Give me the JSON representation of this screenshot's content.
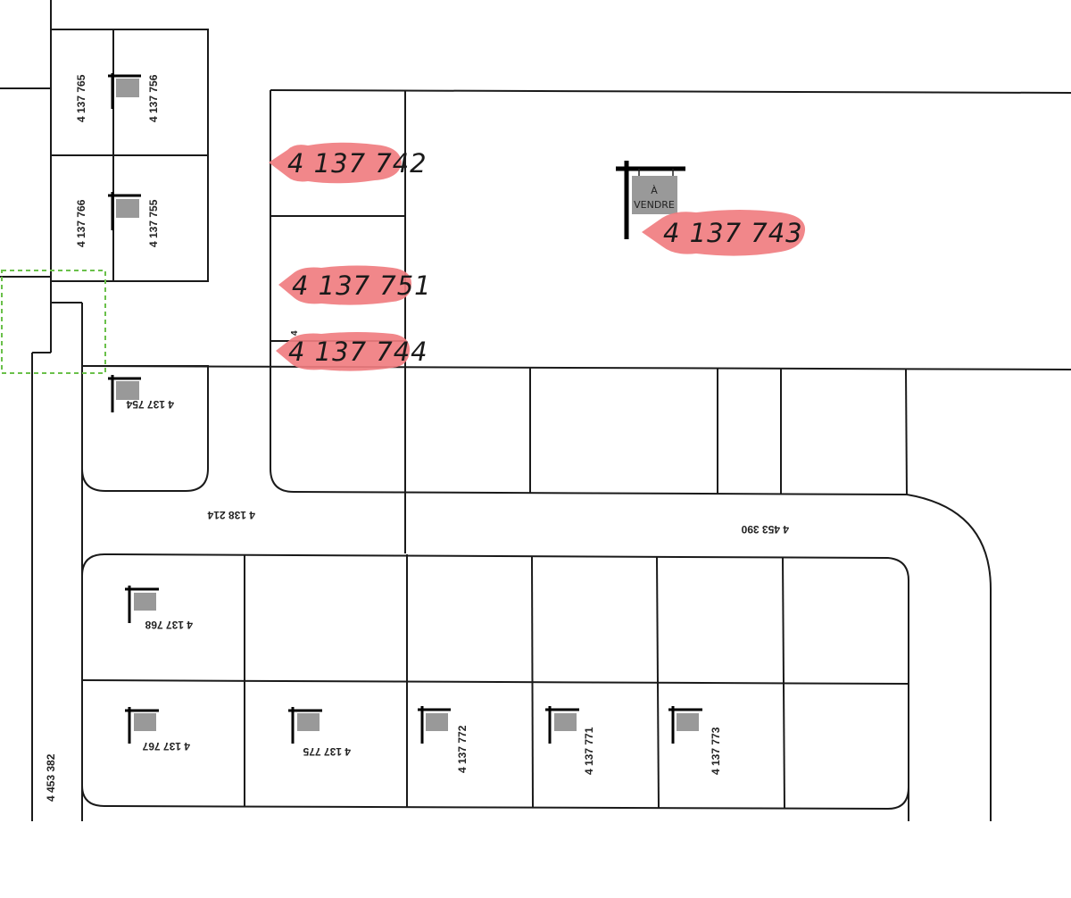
{
  "lots": {
    "l765": "4 137 765",
    "l756": "4 137 756",
    "l766": "4 137 766",
    "l755": "4 137 755",
    "l754": "4 137 754",
    "road_left": "4 453 382",
    "road_mid": "4 138 214",
    "road_right": "4 453 390",
    "l768": "4 137 768",
    "l767": "4 137 767",
    "l775": "4 137 775",
    "l772": "4 137 772",
    "l771": "4 137 771",
    "l773": "4 137 773",
    "small_4": "4"
  },
  "highlighted": {
    "h742": "4 137 742",
    "h751": "4 137 751",
    "h744": "4 137 744",
    "h743": "4 137 743"
  },
  "sign": {
    "line1": "À",
    "line2": "VENDRE"
  },
  "colors": {
    "highlight": "#f07d80",
    "sign_board": "#999999",
    "dashed_outline": "#6ac04a"
  }
}
